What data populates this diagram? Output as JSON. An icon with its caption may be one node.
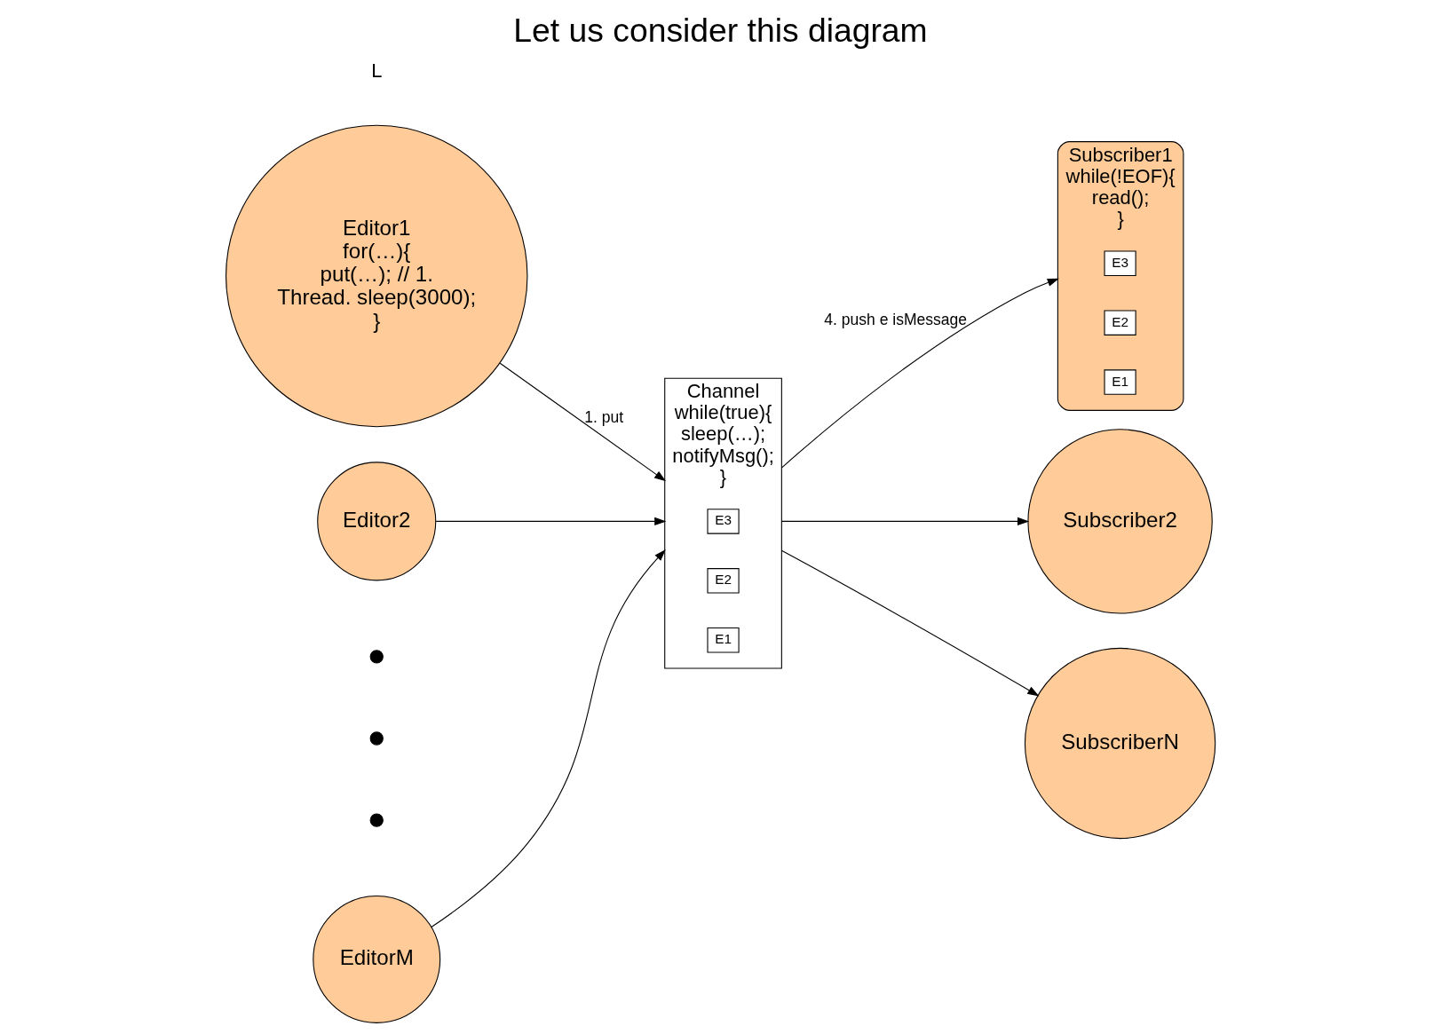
{
  "diagram": {
    "title": "Let us consider this diagram",
    "nodes": [
      {
        "text": [
          "Editor1",
          "for(…){",
          "put(…); // 1.",
          "Thread. sleep(3000);",
          "}"
        ]
      },
      {
        "text": [
          "Subscriber1",
          "while(!EOF){",
          "read();",
          "}"
        ]
      },
      {
        "text": [
          "E3"
        ],
        "in": 1
      },
      {
        "text": [
          "E2"
        ],
        "in": 1
      },
      {
        "text": [
          "E1"
        ],
        "in": 1
      },
      {
        "text": [
          "Editor2"
        ]
      },
      {
        "text": [
          "Channel",
          "while(true){",
          "sleep(…);",
          "notifyMsg();",
          "}"
        ]
      },
      {
        "text": [
          "E3"
        ],
        "in": 6
      },
      {
        "text": [
          "E2"
        ],
        "in": 6
      },
      {
        "text": [
          "E1"
        ],
        "in": 6
      },
      {
        "text": [
          "Subscriber2"
        ]
      },
      {
        "text": [
          "EditorM"
        ]
      },
      {
        "text": [
          "SubscriberN"
        ]
      }
    ],
    "edges": [
      {
        "from": 0,
        "to": 6,
        "arrow": "to",
        "label": "1. put"
      },
      {
        "from": 5,
        "to": 6,
        "arrow": "to"
      },
      {
        "from": 11,
        "to": 6,
        "arrow": "to"
      },
      {
        "from": 6,
        "to": 1,
        "arrow": "to",
        "label": "4. push e isMessage"
      },
      {
        "from": 6,
        "to": 10,
        "arrow": "to"
      },
      {
        "from": 6,
        "to": 12,
        "arrow": "to"
      }
    ],
    "labels": [
      "L"
    ]
  }
}
